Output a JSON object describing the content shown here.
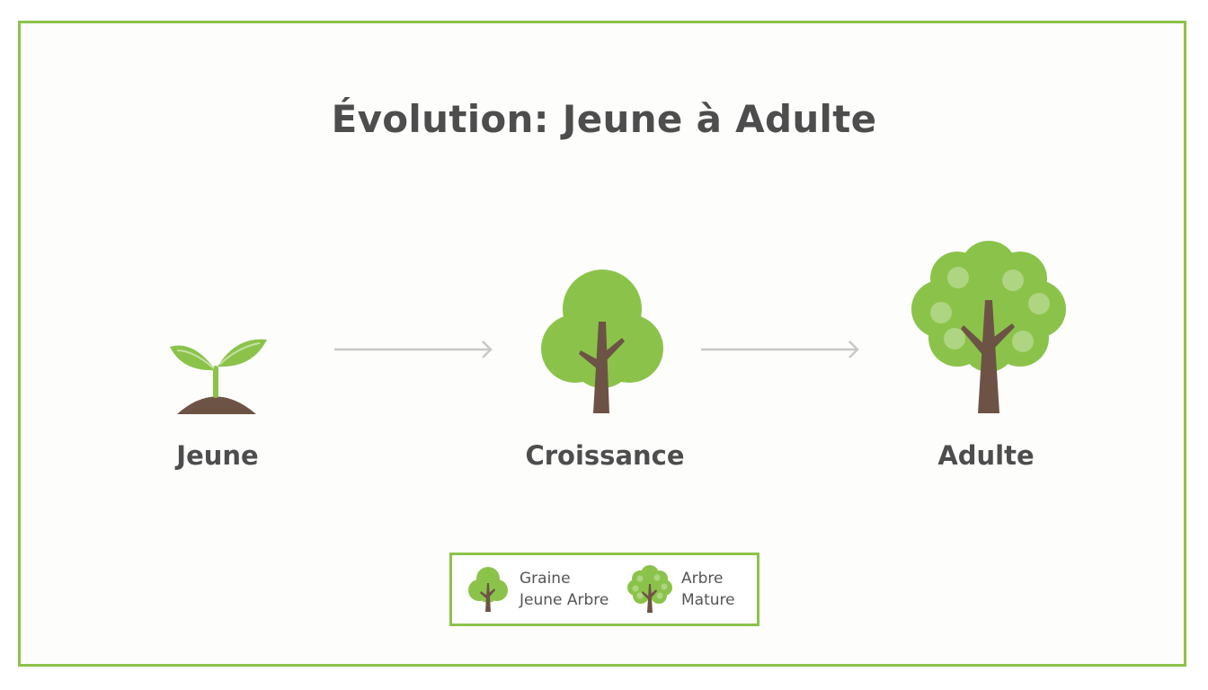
{
  "title": "Évolution: Jeune à Adulte",
  "stages": [
    {
      "label": "Jeune",
      "icon": "seedling-icon"
    },
    {
      "label": "Croissance",
      "icon": "young-tree-icon"
    },
    {
      "label": "Adulte",
      "icon": "mature-tree-icon"
    }
  ],
  "legend": {
    "items": [
      {
        "line1": "Graine",
        "line2": "Jeune Arbre",
        "icon": "young-tree-icon"
      },
      {
        "line1": "Arbre",
        "line2": "Mature",
        "icon": "mature-tree-icon"
      }
    ]
  },
  "colors": {
    "accent": "#8bc34a",
    "foliage": "#8bc34a",
    "foliage_light": "#aed581",
    "trunk": "#6d5346",
    "soil": "#6d5346",
    "arrow": "#c8c8c8",
    "text": "#4d4d4d"
  }
}
